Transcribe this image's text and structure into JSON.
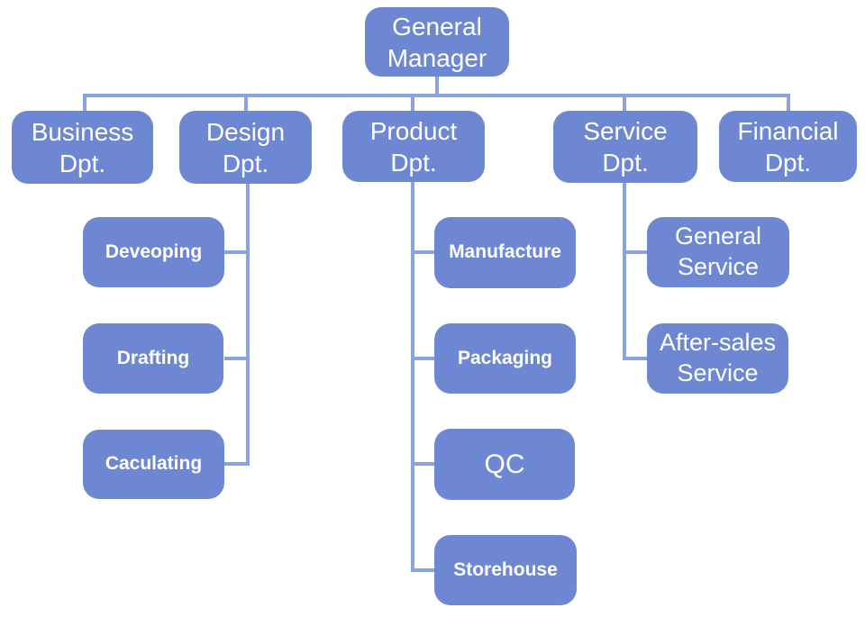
{
  "style": {
    "background": "#ffffff",
    "node_fill": "#6d87d2",
    "connector_color": "#8ca2de",
    "text_color": "#ffffff"
  },
  "nodes": [
    {
      "id": "general-manager",
      "label": "General\nManager",
      "level": 1,
      "parent": null
    },
    {
      "id": "business-dpt",
      "label": "Business\nDpt.",
      "level": 2,
      "parent": "general-manager"
    },
    {
      "id": "design-dpt",
      "label": "Design\nDpt.",
      "level": 2,
      "parent": "general-manager"
    },
    {
      "id": "product-dpt",
      "label": "Product\nDpt.",
      "level": 2,
      "parent": "general-manager"
    },
    {
      "id": "service-dpt",
      "label": "Service\nDpt.",
      "level": 2,
      "parent": "general-manager"
    },
    {
      "id": "financial-dpt",
      "label": "Financial\nDpt.",
      "level": 2,
      "parent": "general-manager"
    },
    {
      "id": "developing",
      "label": "Deveoping",
      "level": 3,
      "parent": "design-dpt"
    },
    {
      "id": "drafting",
      "label": "Drafting",
      "level": 3,
      "parent": "design-dpt"
    },
    {
      "id": "calculating",
      "label": "Caculating",
      "level": 3,
      "parent": "design-dpt"
    },
    {
      "id": "manufacture",
      "label": "Manufacture",
      "level": 3,
      "parent": "product-dpt"
    },
    {
      "id": "packaging",
      "label": "Packaging",
      "level": 3,
      "parent": "product-dpt"
    },
    {
      "id": "qc",
      "label": "QC",
      "level": 3,
      "parent": "product-dpt"
    },
    {
      "id": "storehouse",
      "label": "Storehouse",
      "level": 3,
      "parent": "product-dpt"
    },
    {
      "id": "general-service",
      "label": "General\nService",
      "level": 3,
      "parent": "service-dpt"
    },
    {
      "id": "after-sales-service",
      "label": "After-sales\nService",
      "level": 3,
      "parent": "service-dpt"
    }
  ]
}
